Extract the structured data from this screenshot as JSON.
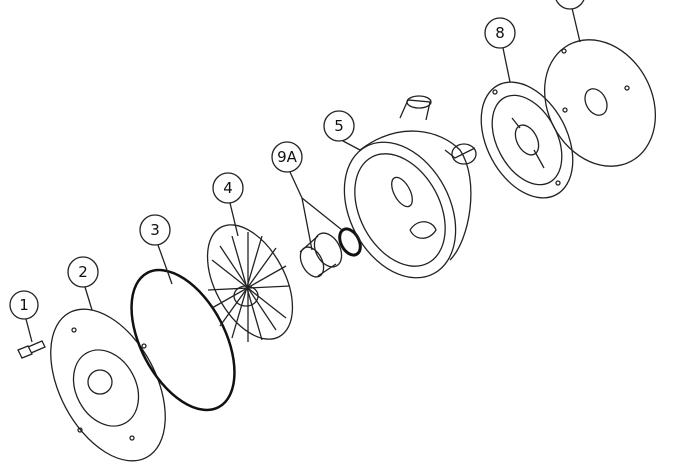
{
  "diagram": {
    "labels": [
      {
        "id": "1"
      },
      {
        "id": "2"
      },
      {
        "id": "3"
      },
      {
        "id": "4"
      },
      {
        "id": "9A"
      },
      {
        "id": "5"
      },
      {
        "id": "8"
      }
    ]
  }
}
